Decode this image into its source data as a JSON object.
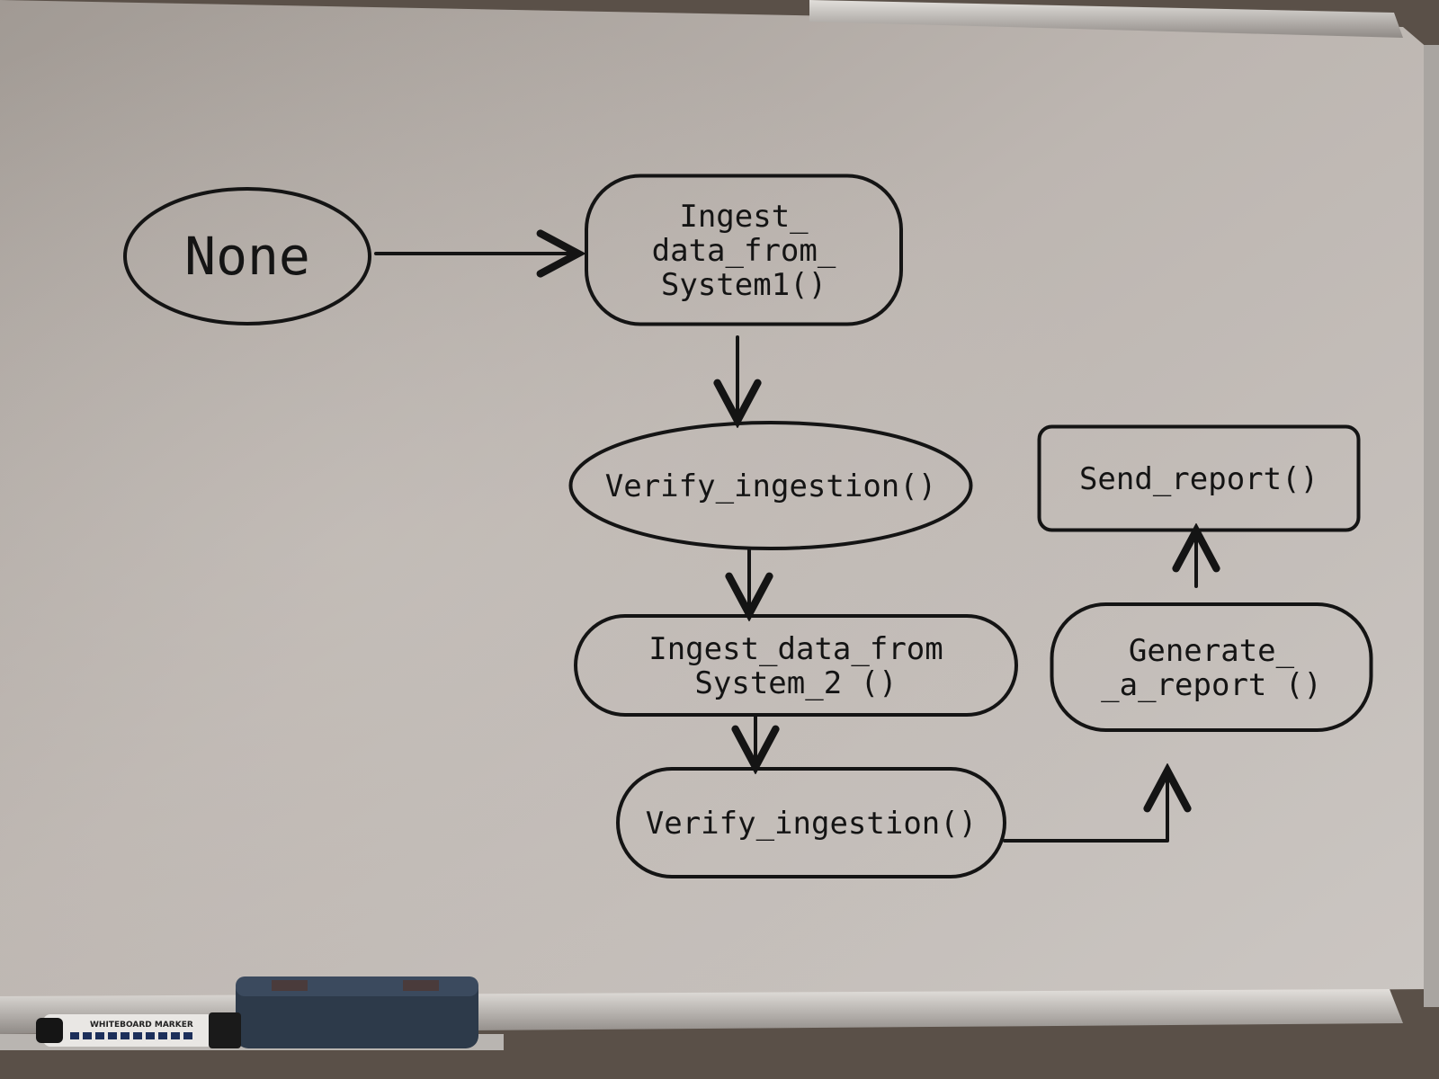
{
  "board": {
    "colors": {
      "surface_light": "#cfcac6",
      "surface_mid": "#b3aca7",
      "surface_dark": "#8e8882",
      "frame": "#c9c6c2",
      "ink": "#141414",
      "wall": "#5a5048",
      "eraser": "#2d3a4a"
    }
  },
  "diagram": {
    "nodes": [
      {
        "id": "none",
        "shape": "ellipse",
        "lines": [
          "None"
        ]
      },
      {
        "id": "ingest1",
        "shape": "rounded",
        "lines": [
          "Ingest_",
          "data_from_",
          "System1()"
        ]
      },
      {
        "id": "verify1",
        "shape": "ellipse",
        "lines": [
          "Verify_ingestion()"
        ]
      },
      {
        "id": "ingest2",
        "shape": "rounded",
        "lines": [
          "Ingest_data_from",
          "System_2 ()"
        ]
      },
      {
        "id": "verify2",
        "shape": "rounded",
        "lines": [
          "Verify_ingestion()"
        ]
      },
      {
        "id": "generate",
        "shape": "rounded",
        "lines": [
          "Generate_",
          "_a_report ()"
        ]
      },
      {
        "id": "send",
        "shape": "rect",
        "lines": [
          "Send_report()"
        ]
      }
    ],
    "edges": [
      {
        "from": "none",
        "to": "ingest1"
      },
      {
        "from": "ingest1",
        "to": "verify1"
      },
      {
        "from": "verify1",
        "to": "ingest2"
      },
      {
        "from": "ingest2",
        "to": "verify2"
      },
      {
        "from": "verify2",
        "to": "generate"
      },
      {
        "from": "generate",
        "to": "send"
      }
    ]
  },
  "tray": {
    "marker_label": "WHITEBOARD MARKER",
    "marker_icon": "marker-icon",
    "eraser_icon": "eraser-icon"
  }
}
